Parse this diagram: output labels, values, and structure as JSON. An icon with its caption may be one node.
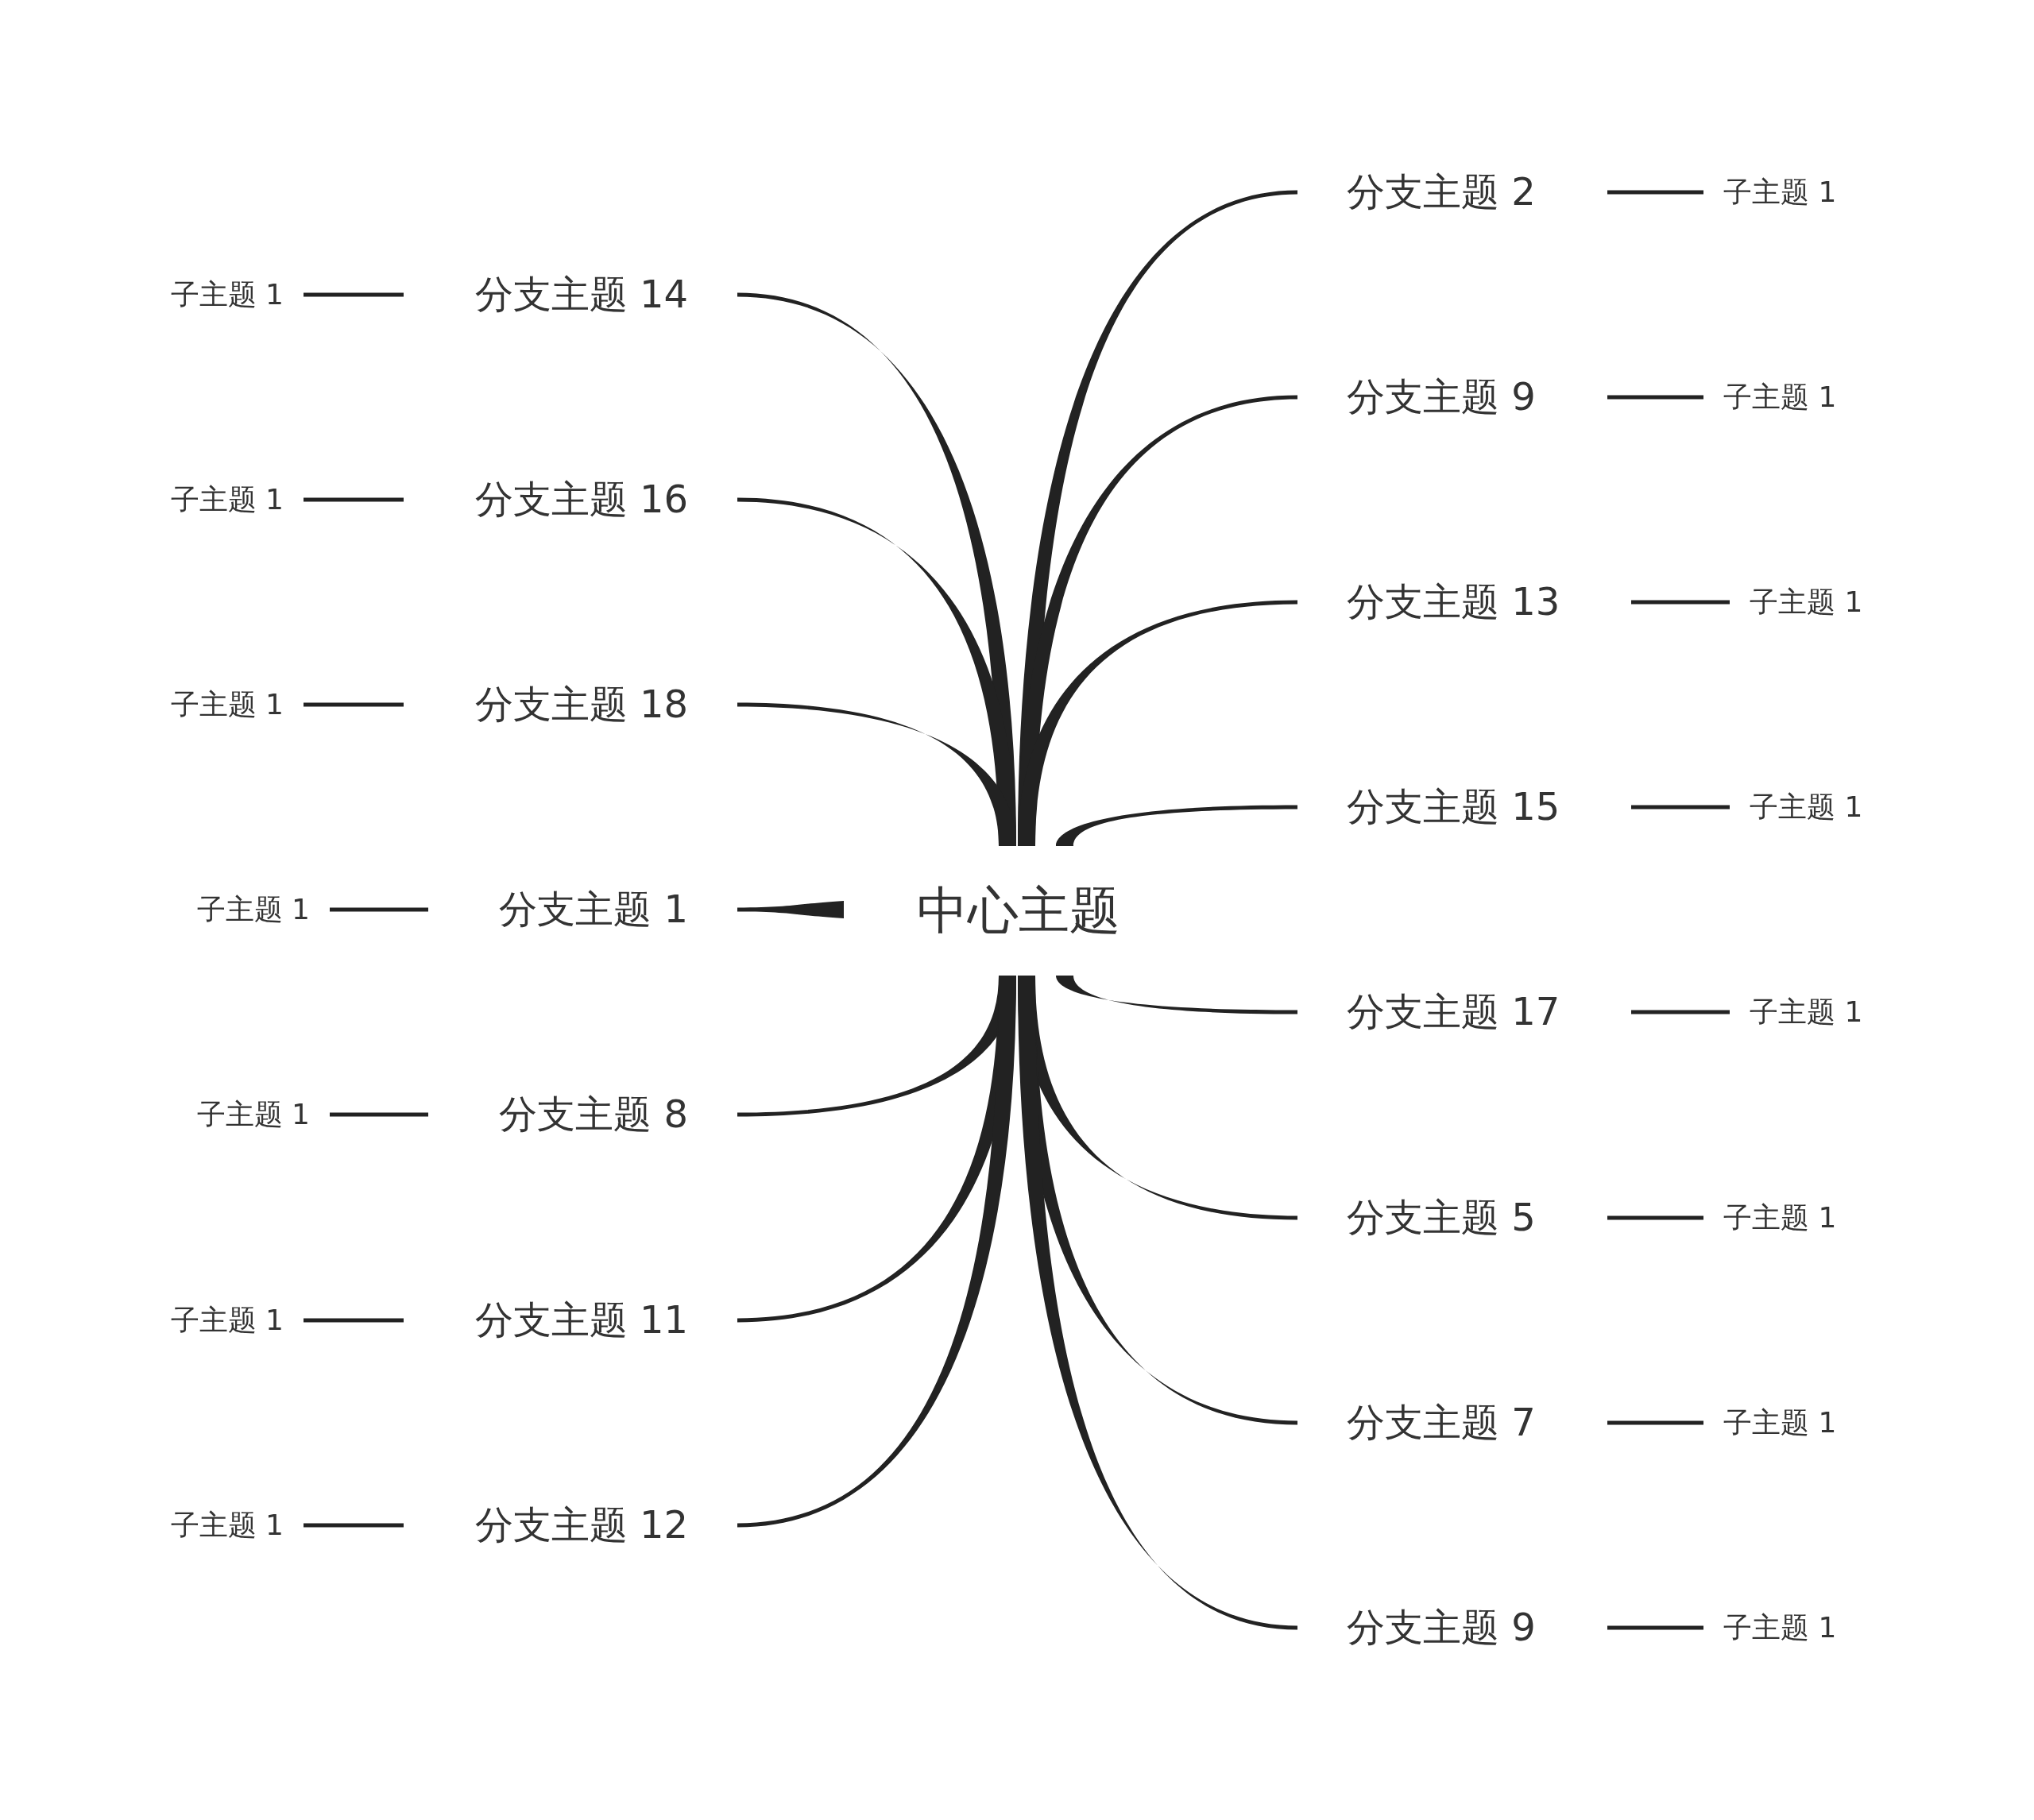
{
  "diagram": {
    "nodes": [
      {
        "text": [
          "中心主题"
        ]
      },
      {
        "text": [
          "分支主题 2"
        ]
      },
      {
        "text": [
          "子主题 1"
        ]
      },
      {
        "text": [
          "分支主题 9"
        ]
      },
      {
        "text": [
          "子主题 1"
        ]
      },
      {
        "text": [
          "分支主题 13"
        ]
      },
      {
        "text": [
          "子主题 1"
        ]
      },
      {
        "text": [
          "分支主题 15"
        ]
      },
      {
        "text": [
          "子主题 1"
        ]
      },
      {
        "text": [
          "分支主题 17"
        ]
      },
      {
        "text": [
          "子主题 1"
        ]
      },
      {
        "text": [
          "分支主题 5"
        ]
      },
      {
        "text": [
          "子主题 1"
        ]
      },
      {
        "text": [
          "分支主题 7"
        ]
      },
      {
        "text": [
          "子主题 1"
        ]
      },
      {
        "text": [
          "分支主题 9"
        ]
      },
      {
        "text": [
          "子主题 1"
        ]
      },
      {
        "text": [
          "分支主题 14"
        ]
      },
      {
        "text": [
          "子主题 1"
        ]
      },
      {
        "text": [
          "分支主题 16"
        ]
      },
      {
        "text": [
          "子主题 1"
        ]
      },
      {
        "text": [
          "分支主题 18"
        ]
      },
      {
        "text": [
          "子主题 1"
        ]
      },
      {
        "text": [
          "分支主题 1"
        ]
      },
      {
        "text": [
          "子主题 1"
        ]
      },
      {
        "text": [
          "分支主题 8"
        ]
      },
      {
        "text": [
          "子主题 1"
        ]
      },
      {
        "text": [
          "分支主题 11"
        ]
      },
      {
        "text": [
          "子主题 1"
        ]
      },
      {
        "text": [
          "分支主题 12"
        ]
      },
      {
        "text": [
          "子主题 1"
        ]
      }
    ],
    "edges": [
      {
        "from": 0,
        "to": 1,
        "arrow": "none",
        "style": "thick"
      },
      {
        "from": 1,
        "to": 2,
        "arrow": "none"
      },
      {
        "from": 0,
        "to": 3,
        "arrow": "none",
        "style": "thick"
      },
      {
        "from": 3,
        "to": 4,
        "arrow": "none"
      },
      {
        "from": 0,
        "to": 5,
        "arrow": "none",
        "style": "thick"
      },
      {
        "from": 5,
        "to": 6,
        "arrow": "none"
      },
      {
        "from": 0,
        "to": 7,
        "arrow": "none",
        "style": "thick"
      },
      {
        "from": 7,
        "to": 8,
        "arrow": "none"
      },
      {
        "from": 0,
        "to": 9,
        "arrow": "none",
        "style": "thick"
      },
      {
        "from": 9,
        "to": 10,
        "arrow": "none"
      },
      {
        "from": 0,
        "to": 11,
        "arrow": "none",
        "style": "thick"
      },
      {
        "from": 11,
        "to": 12,
        "arrow": "none"
      },
      {
        "from": 0,
        "to": 13,
        "arrow": "none",
        "style": "thick"
      },
      {
        "from": 13,
        "to": 14,
        "arrow": "none"
      },
      {
        "from": 0,
        "to": 15,
        "arrow": "none",
        "style": "thick"
      },
      {
        "from": 15,
        "to": 16,
        "arrow": "none"
      },
      {
        "from": 0,
        "to": 17,
        "arrow": "none",
        "style": "thick"
      },
      {
        "from": 17,
        "to": 18,
        "arrow": "none"
      },
      {
        "from": 0,
        "to": 19,
        "arrow": "none",
        "style": "thick"
      },
      {
        "from": 19,
        "to": 20,
        "arrow": "none"
      },
      {
        "from": 0,
        "to": 21,
        "arrow": "none",
        "style": "thick"
      },
      {
        "from": 21,
        "to": 22,
        "arrow": "none"
      },
      {
        "from": 0,
        "to": 23,
        "arrow": "none",
        "style": "thick"
      },
      {
        "from": 23,
        "to": 24,
        "arrow": "none"
      },
      {
        "from": 0,
        "to": 25,
        "arrow": "none",
        "style": "thick"
      },
      {
        "from": 25,
        "to": 26,
        "arrow": "none"
      },
      {
        "from": 0,
        "to": 27,
        "arrow": "none",
        "style": "thick"
      },
      {
        "from": 27,
        "to": 28,
        "arrow": "none"
      },
      {
        "from": 0,
        "to": 29,
        "arrow": "none",
        "style": "thick"
      },
      {
        "from": 29,
        "to": 30,
        "arrow": "none"
      }
    ]
  }
}
